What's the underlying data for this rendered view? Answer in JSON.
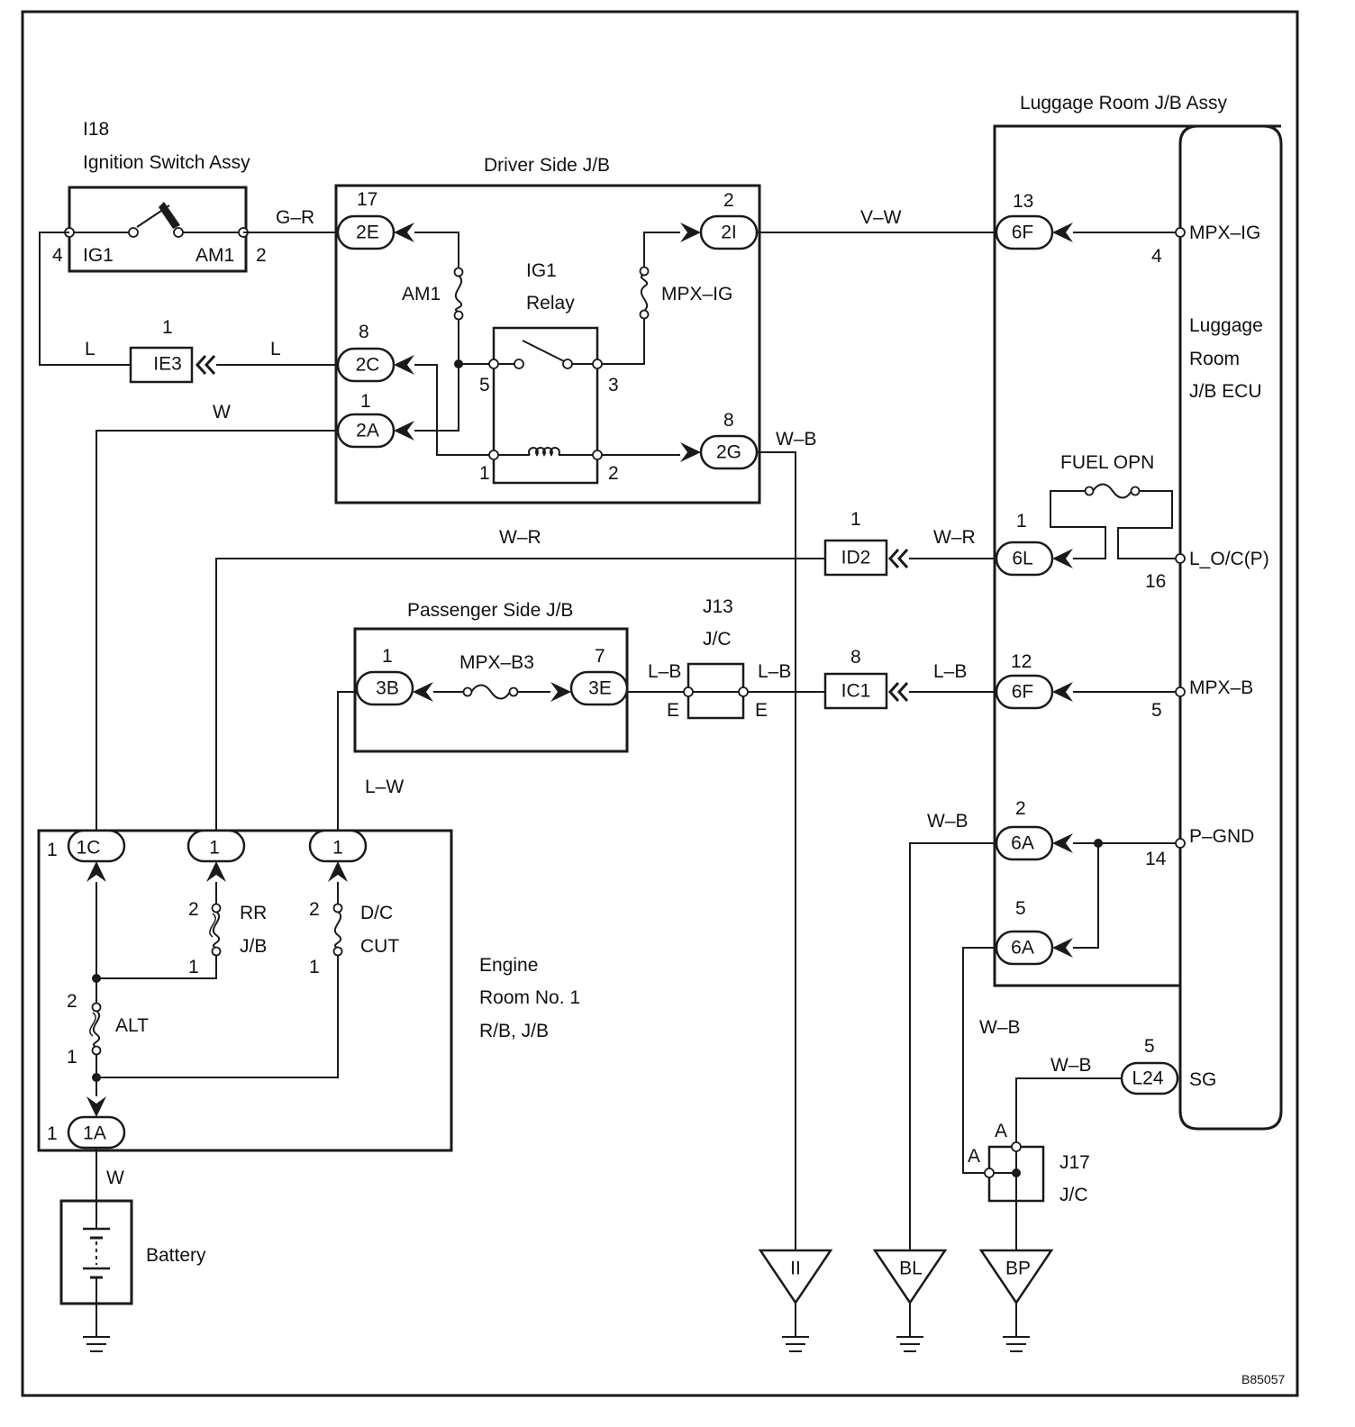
{
  "diagram_code": "B85057",
  "ignition_switch": {
    "code": "I18",
    "name": "Ignition Switch Assy",
    "left_pin": "IG1",
    "right_pin": "AM1",
    "pin_left_num": "4",
    "pin_right_num": "2"
  },
  "driver_jb": {
    "title": "Driver Side J/B",
    "connectors": [
      {
        "label": "2E",
        "pin": "17"
      },
      {
        "label": "2C",
        "pin": "8"
      },
      {
        "label": "2A",
        "pin": "1"
      },
      {
        "label": "2I",
        "pin": "2"
      },
      {
        "label": "2G",
        "pin": "8"
      }
    ],
    "fuse_am1": "AM1",
    "fuse_mpx_ig": "MPX–IG",
    "relay_name": "IG1",
    "relay_label": "Relay",
    "relay_pins": [
      "5",
      "3",
      "1",
      "2"
    ]
  },
  "ie3": {
    "label": "IE3",
    "pin": "1"
  },
  "id2": {
    "label": "ID2",
    "pin": "1"
  },
  "ic1": {
    "label": "IC1",
    "pin": "8"
  },
  "passenger_jb": {
    "title": "Passenger Side J/B",
    "fuse": "MPX–B3",
    "connectors": [
      {
        "label": "3B",
        "pin": "1"
      },
      {
        "label": "3E",
        "pin": "7"
      }
    ]
  },
  "j13": {
    "code": "J13",
    "type": "J/C",
    "pin_left": "E",
    "pin_right": "E"
  },
  "j17": {
    "code": "J17",
    "type": "J/C",
    "pin_top": "A",
    "pin_left": "A"
  },
  "luggage_jb": {
    "title": "Luggage Room J/B Assy",
    "ecu_line1": "Luggage",
    "ecu_line2": "Room",
    "ecu_line3": "J/B ECU",
    "fuel_opn": "FUEL OPN",
    "connectors": [
      {
        "label": "6F",
        "pin": "13"
      },
      {
        "label": "6L",
        "pin": "1"
      },
      {
        "label": "6F",
        "pin": "12"
      },
      {
        "label": "6A",
        "pin": "2"
      },
      {
        "label": "6A",
        "pin": "5"
      }
    ],
    "ecu_pins": [
      {
        "name": "MPX–IG",
        "num": "4"
      },
      {
        "name": "L_O/C(P)",
        "num": "16"
      },
      {
        "name": "MPX–B",
        "num": "5"
      },
      {
        "name": "P–GND",
        "num": "14"
      },
      {
        "name": "SG",
        "num": "5"
      }
    ],
    "l24": "L24"
  },
  "engine_rb": {
    "line1": "Engine",
    "line2": "Room No. 1",
    "line3": "R/B, J/B",
    "connectors": [
      {
        "label": "1C",
        "pin": "1"
      },
      {
        "label": "1",
        "pin": ""
      },
      {
        "label": "1",
        "pin": ""
      },
      {
        "label": "1A",
        "pin": "1"
      }
    ],
    "fuse_alt": "ALT",
    "fuse_rr_1": "RR",
    "fuse_rr_2": "J/B",
    "fuse_dc_1": "D/C",
    "fuse_dc_2": "CUT",
    "pin_nums": [
      "2",
      "1",
      "2",
      "1",
      "2",
      "1"
    ]
  },
  "battery": "Battery",
  "grounds": [
    "II",
    "BL",
    "BP"
  ],
  "wires": {
    "g_r": "G–R",
    "l": "L",
    "w": "W",
    "v_w": "V–W",
    "w_b": "W–B",
    "w_r": "W–R",
    "l_b": "L–B",
    "l_w": "L–W"
  },
  "colors": {
    "line": "#1a1a1a",
    "background": "#ffffff"
  }
}
